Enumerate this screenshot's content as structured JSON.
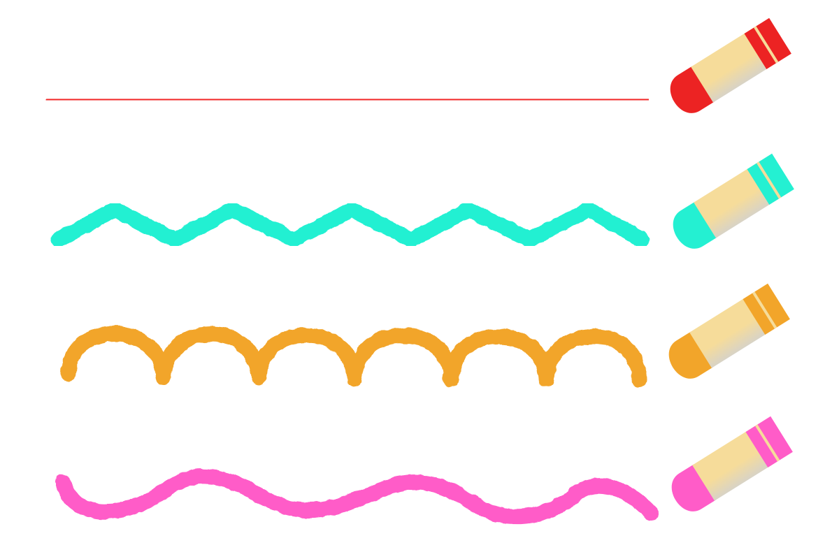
{
  "colors": {
    "background": "#ffffff",
    "crayon_body": "#f6dc9a",
    "crayon_shade": "#d9d4c7",
    "crayon_stripe_light": "#f6dc9a"
  },
  "rows": [
    {
      "id": "red",
      "stroke_pattern": "straight",
      "color": "#f12727",
      "crayon_color": "#ec2323"
    },
    {
      "id": "cyan",
      "stroke_pattern": "zigzag",
      "color": "#22f0d2",
      "crayon_color": "#24f0d2"
    },
    {
      "id": "orange",
      "stroke_pattern": "scallop",
      "color": "#f2a52a",
      "crayon_color": "#f2a52a"
    },
    {
      "id": "pink",
      "stroke_pattern": "wave",
      "color": "#ff5cc8",
      "crayon_color": "#ff5cc8"
    }
  ]
}
